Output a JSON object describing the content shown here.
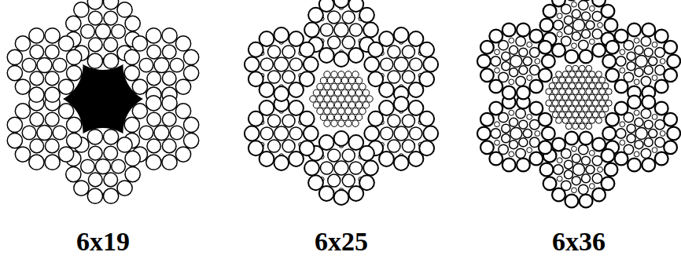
{
  "diagram": {
    "labels": [
      "6x19",
      "6x25",
      "6x36"
    ]
  }
}
